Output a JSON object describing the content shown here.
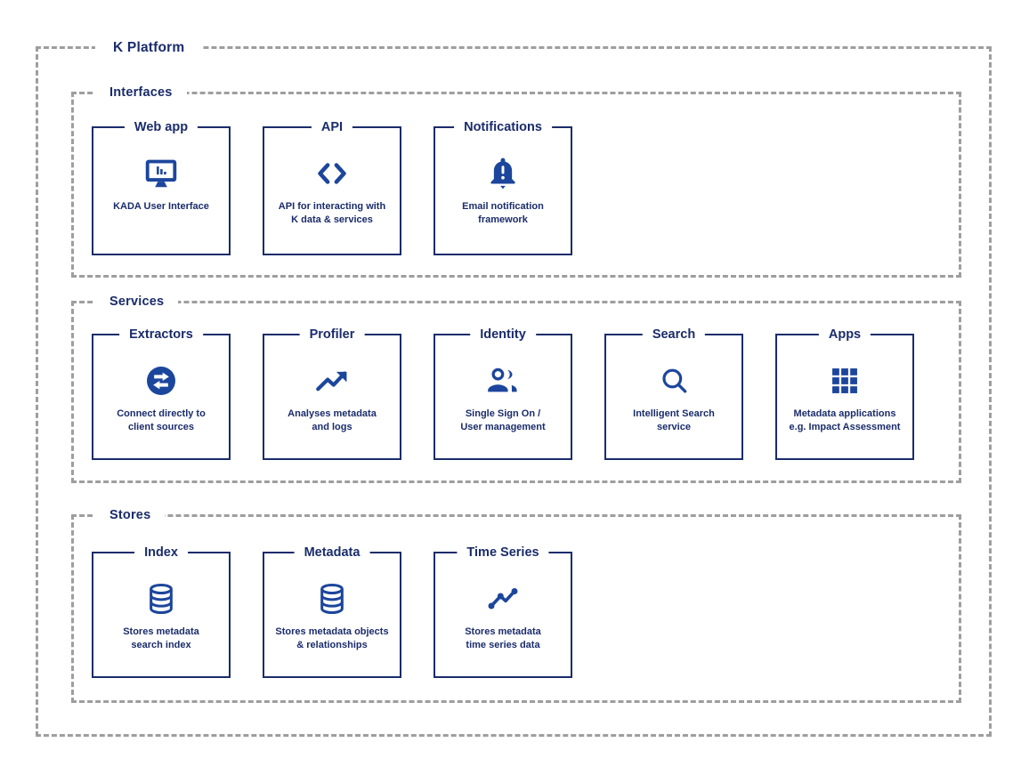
{
  "platform": {
    "title": "K Platform"
  },
  "colors": {
    "navy": "#1a2c6b",
    "icon_blue": "#1c469c",
    "dashed_gray": "#9e9e9e",
    "background": "#ffffff"
  },
  "sections": [
    {
      "label": "Interfaces",
      "cards": [
        {
          "title": "Web app",
          "icon": "monitor-chart-icon",
          "description": "KADA User Interface"
        },
        {
          "title": "API",
          "icon": "code-brackets-icon",
          "description": "API for interacting with\nK data & services"
        },
        {
          "title": "Notifications",
          "icon": "bell-alert-icon",
          "description": "Email notification\nframework"
        }
      ]
    },
    {
      "label": "Services",
      "cards": [
        {
          "title": "Extractors",
          "icon": "swap-arrows-circle-icon",
          "description": "Connect directly to\nclient sources"
        },
        {
          "title": "Profiler",
          "icon": "trending-up-icon",
          "description": "Analyses metadata\nand logs"
        },
        {
          "title": "Identity",
          "icon": "people-icon",
          "description": "Single Sign On /\nUser management"
        },
        {
          "title": "Search",
          "icon": "search-icon",
          "description": "Intelligent Search\nservice"
        },
        {
          "title": "Apps",
          "icon": "apps-grid-icon",
          "description": "Metadata applications\ne.g. Impact Assessment"
        }
      ]
    },
    {
      "label": "Stores",
      "cards": [
        {
          "title": "Index",
          "icon": "database-icon",
          "description": "Stores metadata\nsearch index"
        },
        {
          "title": "Metadata",
          "icon": "database-icon",
          "description": "Stores metadata objects\n& relationships"
        },
        {
          "title": "Time Series",
          "icon": "timeline-icon",
          "description": "Stores metadata\ntime series data"
        }
      ]
    }
  ]
}
